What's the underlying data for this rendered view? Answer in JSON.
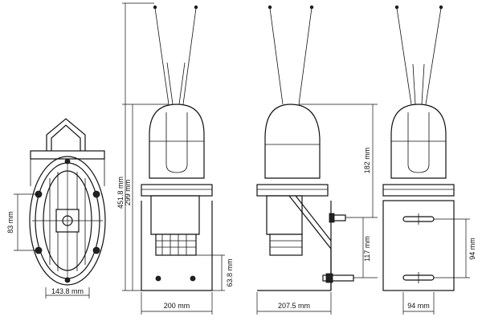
{
  "dimensions": {
    "front_width": "143.8 mm",
    "front_height": "83 mm",
    "side_total_height": "451.8 mm",
    "side_upper_height": "299 mm",
    "side_base_height": "63.8 mm",
    "side_width": "200 mm",
    "bracket_depth": "207.5 mm",
    "dome_height": "182 mm",
    "bracket_height": "117 mm",
    "rear_slot_spacing": "94 mm",
    "rear_slot_width": "94 mm"
  }
}
